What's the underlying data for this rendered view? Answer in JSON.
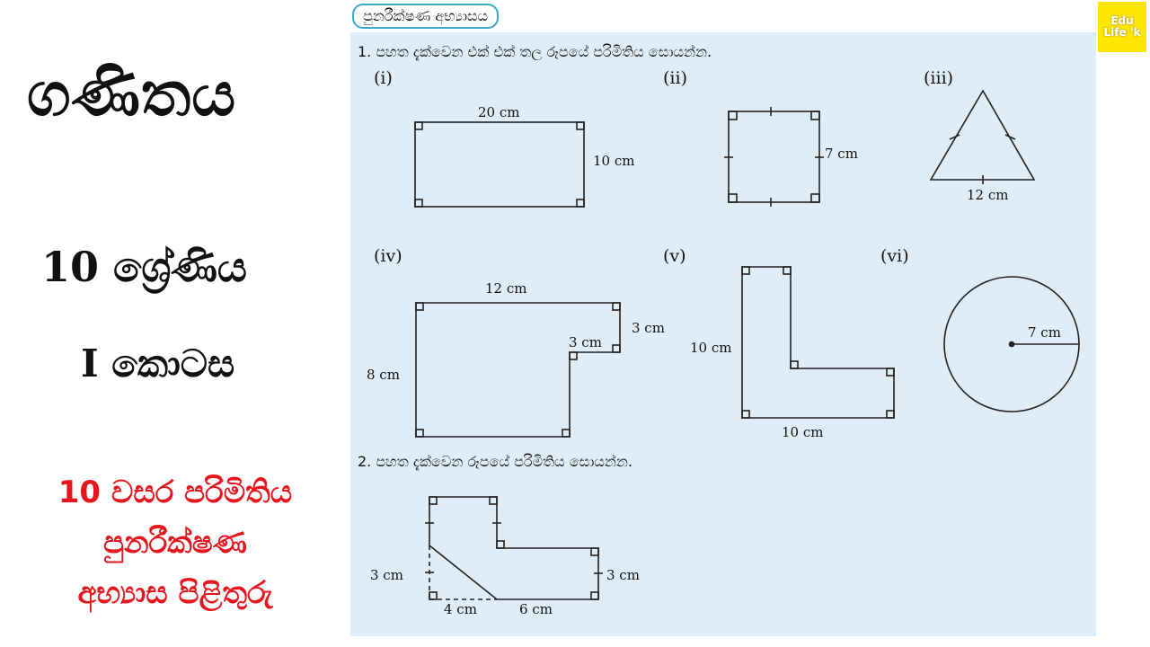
{
  "left": {
    "title": "ගණිතය",
    "grade": "10 ශ්‍රේණිය",
    "part": "I කොටස",
    "red_line1": "10 වසර පරිමිතිය",
    "red_line2": "පුනරීක්ෂණ",
    "red_line3": "අභ්‍යාස පිළිතුරු"
  },
  "worksheet": {
    "tab": "පුනරීක්ෂණ අභ්‍යාසය",
    "q1": "1. පහත දැක්වෙන එක් එක් තල රූපයේ පරිමිතිය සොයන්න.",
    "q2": "2. පහත දැක්වෙන රූපයේ පරිමිතිය සොයන්න.",
    "roman": [
      "(i)",
      "(ii)",
      "(iii)",
      "(iv)",
      "(v)",
      "(vi)"
    ],
    "labels": {
      "i_top": "20 cm",
      "i_right": "10 cm",
      "ii_right": "7 cm",
      "iii_bottom": "12 cm",
      "iv_top": "12 cm",
      "iv_right": "3 cm",
      "iv_step": "3 cm",
      "iv_left": "8 cm",
      "v_left": "10 cm",
      "v_bottom": "10 cm",
      "vi_radius": "7 cm",
      "q2_left": "3 cm",
      "q2_right": "3 cm",
      "q2_dash": "4 cm",
      "q2_bottom": "6 cm"
    }
  },
  "logo": {
    "line1": "Edu",
    "line2": "Life 'k"
  }
}
